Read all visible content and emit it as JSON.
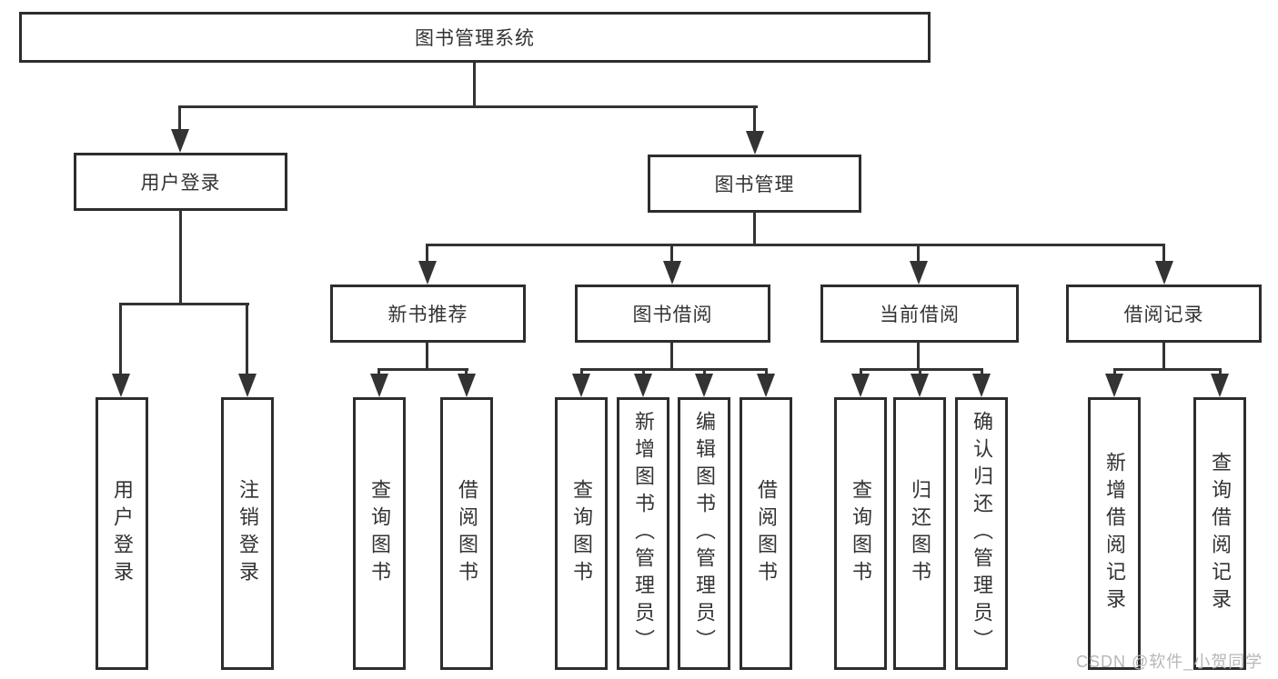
{
  "diagram_title": "图书管理系统",
  "colors": {
    "line": "#333333",
    "border": "#2d2d2d",
    "text": "#333333",
    "background": "#ffffff",
    "watermark": "#b7b7b7"
  },
  "nodes": {
    "root": {
      "label": "图书管理系统"
    },
    "level2": {
      "user_login": {
        "label": "用户登录"
      },
      "book_mgmt": {
        "label": "图书管理"
      }
    },
    "level3": {
      "new_book_rec": {
        "label": "新书推荐"
      },
      "book_borrow": {
        "label": "图书借阅"
      },
      "current_borrow": {
        "label": "当前借阅"
      },
      "borrow_records": {
        "label": "借阅记录"
      }
    },
    "leaves": {
      "user_login_leaf": "用户登录",
      "logout": "注销登录",
      "rec_query_books": "查询图书",
      "rec_borrow_books": "借阅图书",
      "bb_query_books": "查询图书",
      "bb_add_books": "新增图书（管理员）",
      "bb_edit_books": "编辑图书（管理员）",
      "bb_borrow_books": "借阅图书",
      "cb_query_books": "查询图书",
      "cb_return_books": "归还图书",
      "cb_confirm_return": "确认归还（管理员）",
      "br_add_record": "新增借阅记录",
      "br_query_record": "查询借阅记录"
    }
  },
  "watermark": {
    "text": "CSDN @软件_小贺同学"
  }
}
